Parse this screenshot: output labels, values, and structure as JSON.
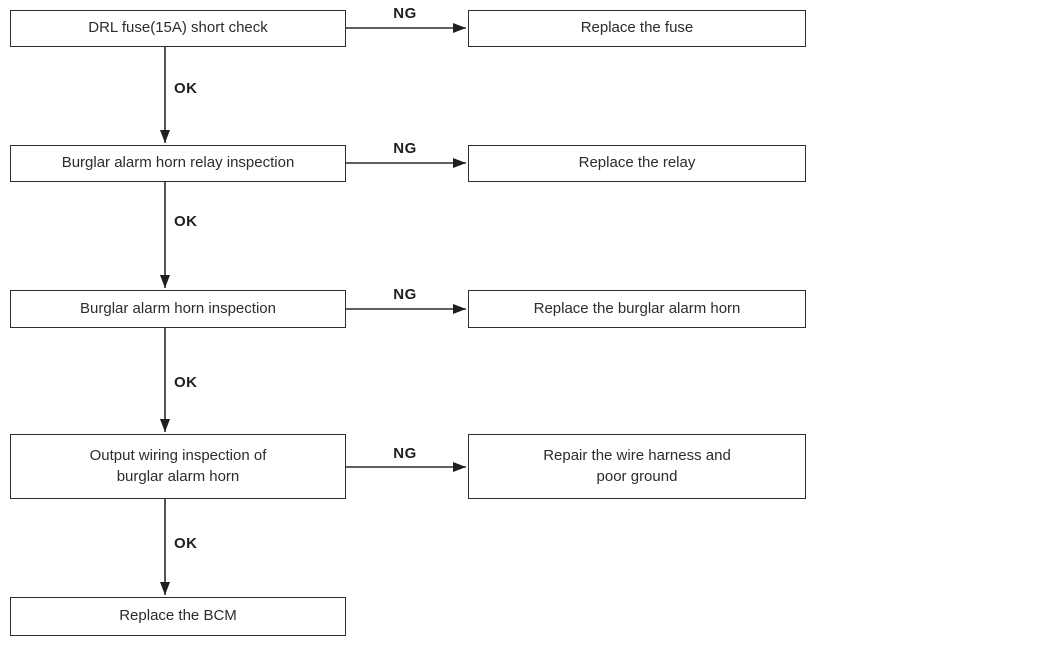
{
  "flowchart": {
    "ng_label": "NG",
    "ok_label": "OK",
    "steps": [
      {
        "check": "DRL fuse(15A) short check",
        "fail_action": "Replace the fuse"
      },
      {
        "check": "Burglar alarm horn relay inspection",
        "fail_action": "Replace the relay"
      },
      {
        "check": "Burglar alarm horn inspection",
        "fail_action": "Replace the burglar alarm horn"
      },
      {
        "check": "Output wiring inspection of\nburglar alarm horn",
        "fail_action": "Repair the wire harness and\npoor ground"
      }
    ],
    "final_step": "Replace the BCM",
    "line_color": "#2b2b2b"
  }
}
